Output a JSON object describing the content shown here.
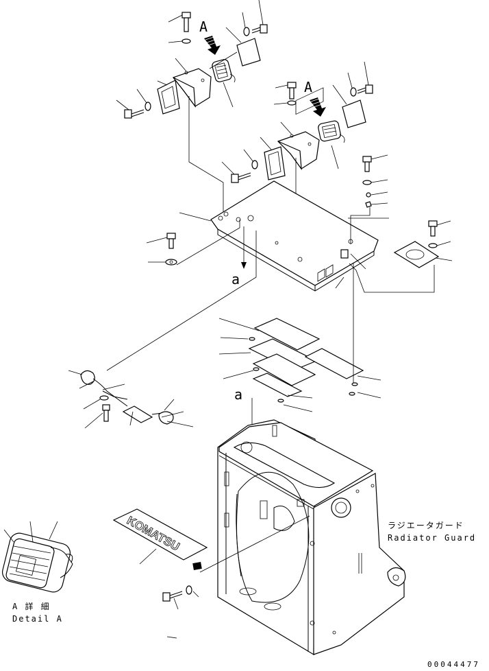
{
  "labels": {
    "view_arrow_1": "A",
    "view_arrow_2": "A",
    "connection_a_top": "a",
    "connection_a_bottom": "a",
    "radiator_guard_jp": "ラジエータガード",
    "radiator_guard_en": "Radiator Guard",
    "detail_jp": "A 詳 細",
    "detail_en": "Detail A",
    "logo_plate_text": "KOMATSU",
    "part_number": "00044477"
  }
}
